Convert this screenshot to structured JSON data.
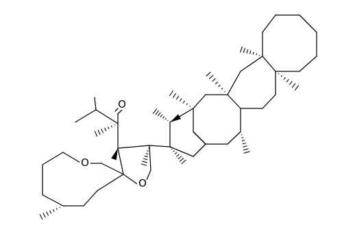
{
  "diagram": {
    "type": "skeletal-formula",
    "colors": {
      "ink": "#000000",
      "background": "#ffffff"
    },
    "atom_labels": {
      "carbonyl_oxygen": "O",
      "pyran_oxygen": "O",
      "furan_oxygen": "O"
    }
  }
}
